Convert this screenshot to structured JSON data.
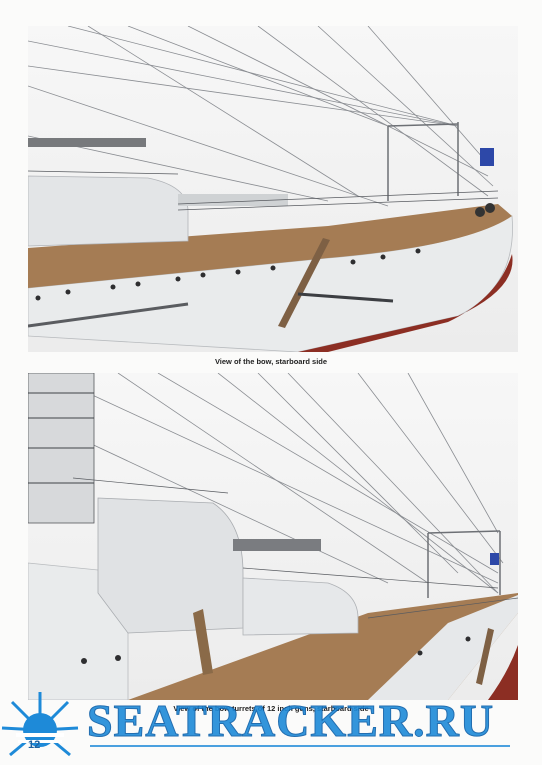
{
  "captions": {
    "top": "View of the bow, starboard side",
    "bottom": "View of the bow turrets of 12 inch guns, starboard side"
  },
  "watermark": {
    "text": "SEATRACKER.RU",
    "color": "#1e8ad8"
  },
  "page_number": "12",
  "colors": {
    "hull_white": "#e9ebec",
    "hull_red": "#8c2e23",
    "deck_wood": "#a57c54",
    "flag_blue": "#2d48a8"
  }
}
